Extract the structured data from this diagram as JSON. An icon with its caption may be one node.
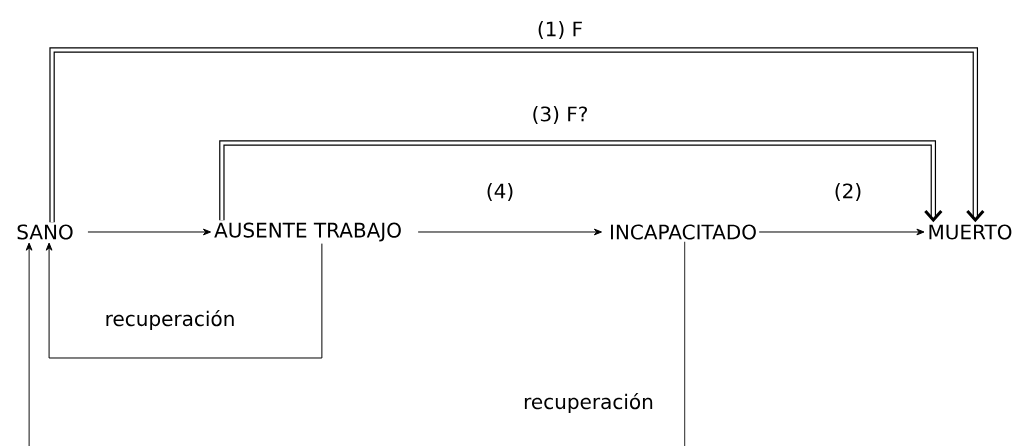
{
  "diagram": {
    "nodes": [
      {
        "text": [
          "SANO"
        ]
      },
      {
        "text": [
          "AUSENTE TRABAJO"
        ]
      },
      {
        "text": [
          "INCAPACITADO"
        ]
      },
      {
        "text": [
          "MUERTO"
        ]
      }
    ],
    "edges": [
      {
        "from": 0,
        "to": 3,
        "arrow": "to",
        "label": "(1) F",
        "style": "thick"
      },
      {
        "from": 1,
        "to": 3,
        "arrow": "to",
        "label": "(3) F?",
        "style": "thick"
      },
      {
        "from": 0,
        "to": 1,
        "arrow": "to"
      },
      {
        "from": 1,
        "to": 2,
        "arrow": "to",
        "label": "(4)"
      },
      {
        "from": 2,
        "to": 3,
        "arrow": "to",
        "label": "(2)"
      },
      {
        "from": 1,
        "to": 0,
        "arrow": "to",
        "label": "recuperación"
      },
      {
        "from": 2,
        "to": 0,
        "arrow": "to",
        "label": "recuperación"
      }
    ]
  }
}
